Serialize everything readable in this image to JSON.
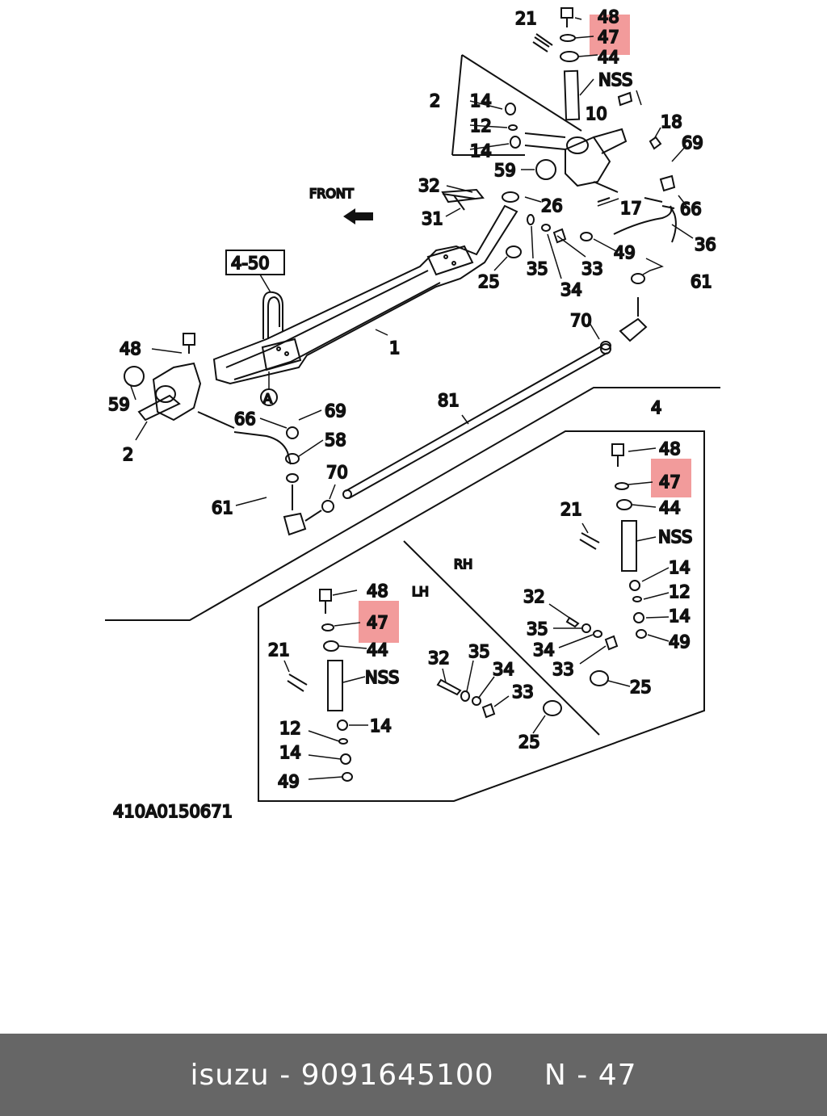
{
  "diagram": {
    "front_label": "FRONT",
    "ref_box": "4-50",
    "circle_marker": "A",
    "drawing_number": "410A0150671",
    "rh_label": "RH",
    "lh_label": "LH",
    "highlight_color": "#f29b9b",
    "callouts": {
      "top": {
        "c21": "21",
        "c48": "48",
        "c47": "47",
        "c44": "44",
        "nss": "NSS",
        "c10": "10",
        "c2": "2",
        "c14a": "14",
        "c12": "12",
        "c14b": "14",
        "c18": "18",
        "c69": "69",
        "c59": "59",
        "c32": "32",
        "c26": "26",
        "c31": "31",
        "c17": "17",
        "c66": "66",
        "c36": "36",
        "c49": "49",
        "c35": "35",
        "c33": "33",
        "c25": "25",
        "c34": "34",
        "c61": "61",
        "c70": "70",
        "c1": "1"
      },
      "left": {
        "c48": "48",
        "c59": "59",
        "c2": "2",
        "c66": "66",
        "c69": "69",
        "c58": "58",
        "c61": "61",
        "c70": "70",
        "c81": "81"
      },
      "rh": {
        "c4": "4",
        "c48": "48",
        "c47": "47",
        "c44": "44",
        "c21": "21",
        "nss": "NSS",
        "c14a": "14",
        "c12": "12",
        "c14b": "14",
        "c49": "49",
        "c32": "32",
        "c35": "35",
        "c34": "34",
        "c33": "33",
        "c25": "25"
      },
      "lh": {
        "c48": "48",
        "c47": "47",
        "c44": "44",
        "c21": "21",
        "nss": "NSS",
        "c14a": "14",
        "c12": "12",
        "c14b": "14",
        "c49": "49",
        "c32": "32",
        "c35": "35",
        "c34": "34",
        "c33": "33",
        "c25": "25"
      }
    }
  },
  "footer": {
    "brand": "isuzu",
    "separator": " - ",
    "part_number": "9091645100",
    "position_label": "N - 47"
  }
}
